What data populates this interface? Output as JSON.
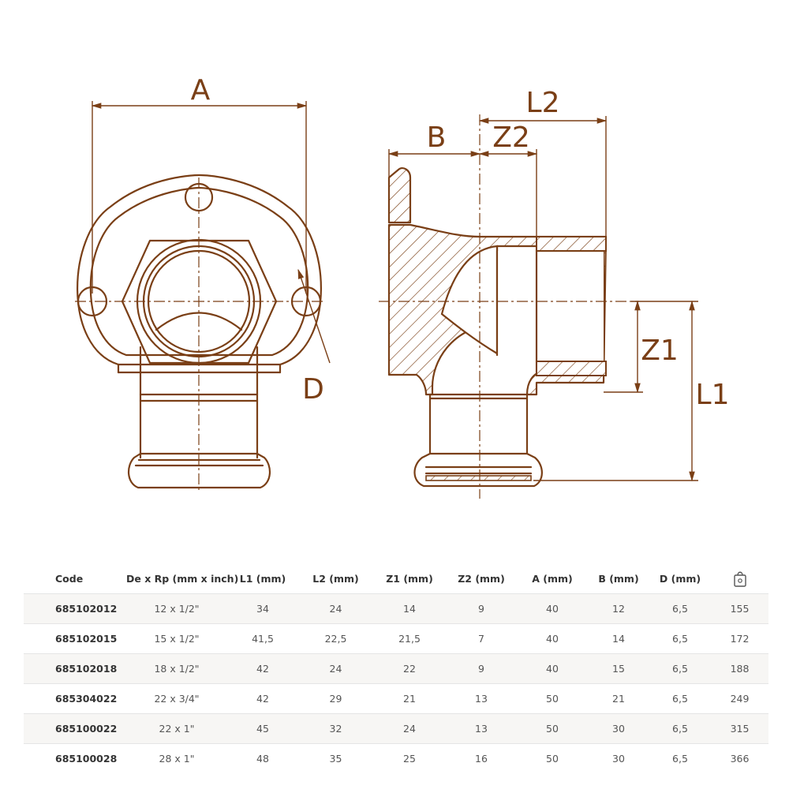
{
  "drawing": {
    "labels": {
      "a": "A",
      "d": "D",
      "b": "B",
      "l2": "L2",
      "z2": "Z2",
      "z1": "Z1",
      "l1": "L1"
    },
    "line_color": "#7a3f16"
  },
  "table": {
    "headers": [
      "Code",
      "De x Rp (mm x inch)",
      "L1 (mm)",
      "L2 (mm)",
      "Z1 (mm)",
      "Z2 (mm)",
      "A (mm)",
      "B (mm)",
      "D (mm)"
    ],
    "weight_icon": "weight-icon",
    "rows": [
      [
        "685102012",
        "12 x 1/2\"",
        "34",
        "24",
        "14",
        "9",
        "40",
        "12",
        "6,5",
        "155"
      ],
      [
        "685102015",
        "15 x 1/2\"",
        "41,5",
        "22,5",
        "21,5",
        "7",
        "40",
        "14",
        "6,5",
        "172"
      ],
      [
        "685102018",
        "18 x 1/2\"",
        "42",
        "24",
        "22",
        "9",
        "40",
        "15",
        "6,5",
        "188"
      ],
      [
        "685304022",
        "22 x 3/4\"",
        "42",
        "29",
        "21",
        "13",
        "50",
        "21",
        "6,5",
        "249"
      ],
      [
        "685100022",
        "22 x 1\"",
        "45",
        "32",
        "24",
        "13",
        "50",
        "30",
        "6,5",
        "315"
      ],
      [
        "685100028",
        "28 x 1\"",
        "48",
        "35",
        "25",
        "16",
        "50",
        "30",
        "6,5",
        "366"
      ]
    ]
  }
}
